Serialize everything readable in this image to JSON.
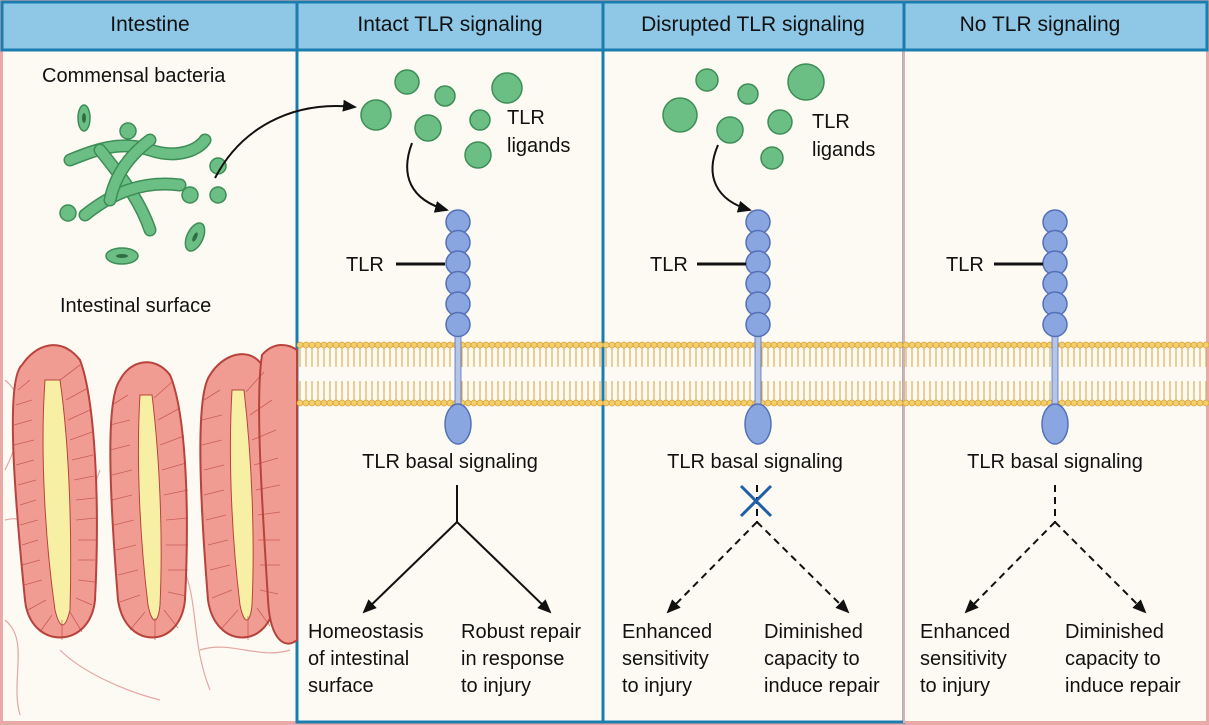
{
  "headers": {
    "intestine": "Intestine",
    "intact": "Intact TLR signaling",
    "disrupted": "Disrupted TLR signaling",
    "none": "No TLR signaling"
  },
  "intestine_panel": {
    "commensal_label": "Commensal bacteria",
    "surface_label": "Intestinal surface"
  },
  "intact_panel": {
    "ligands_label": [
      "TLR",
      "ligands"
    ],
    "tlr_label": "TLR",
    "basal_label": "TLR basal signaling",
    "outcome_left": [
      "Homeostasis",
      "of intestinal",
      "surface"
    ],
    "outcome_right": [
      "Robust repair",
      "in response",
      "to injury"
    ]
  },
  "disrupted_panel": {
    "ligands_label": [
      "TLR",
      "ligands"
    ],
    "tlr_label": "TLR",
    "basal_label": "TLR basal signaling",
    "outcome_left": [
      "Enhanced",
      "sensitivity",
      "to injury"
    ],
    "outcome_right": [
      "Diminished",
      "capacity to",
      "induce repair"
    ]
  },
  "none_panel": {
    "tlr_label": "TLR",
    "basal_label": "TLR basal signaling",
    "outcome_left": [
      "Enhanced",
      "sensitivity",
      "to injury"
    ],
    "outcome_right": [
      "Diminished",
      "capacity to",
      "induce repair"
    ]
  },
  "colors": {
    "header_fill": "#8fc8e6",
    "panel_border": "#1a7db0",
    "panel_bg": "#fdfaf3",
    "outer_border": "#e9a9a6",
    "bacteria_fill": "#6cbf84",
    "bacteria_stroke": "#3d8d56",
    "receptor_fill": "#8aa6e0",
    "receptor_stroke": "#5470b8",
    "membrane": "#d9a13a",
    "villus_fill": "#f09c93",
    "villus_stroke": "#b8433c",
    "lumen_fill": "#f7f0a4",
    "x_mark": "#1f5ea8"
  }
}
